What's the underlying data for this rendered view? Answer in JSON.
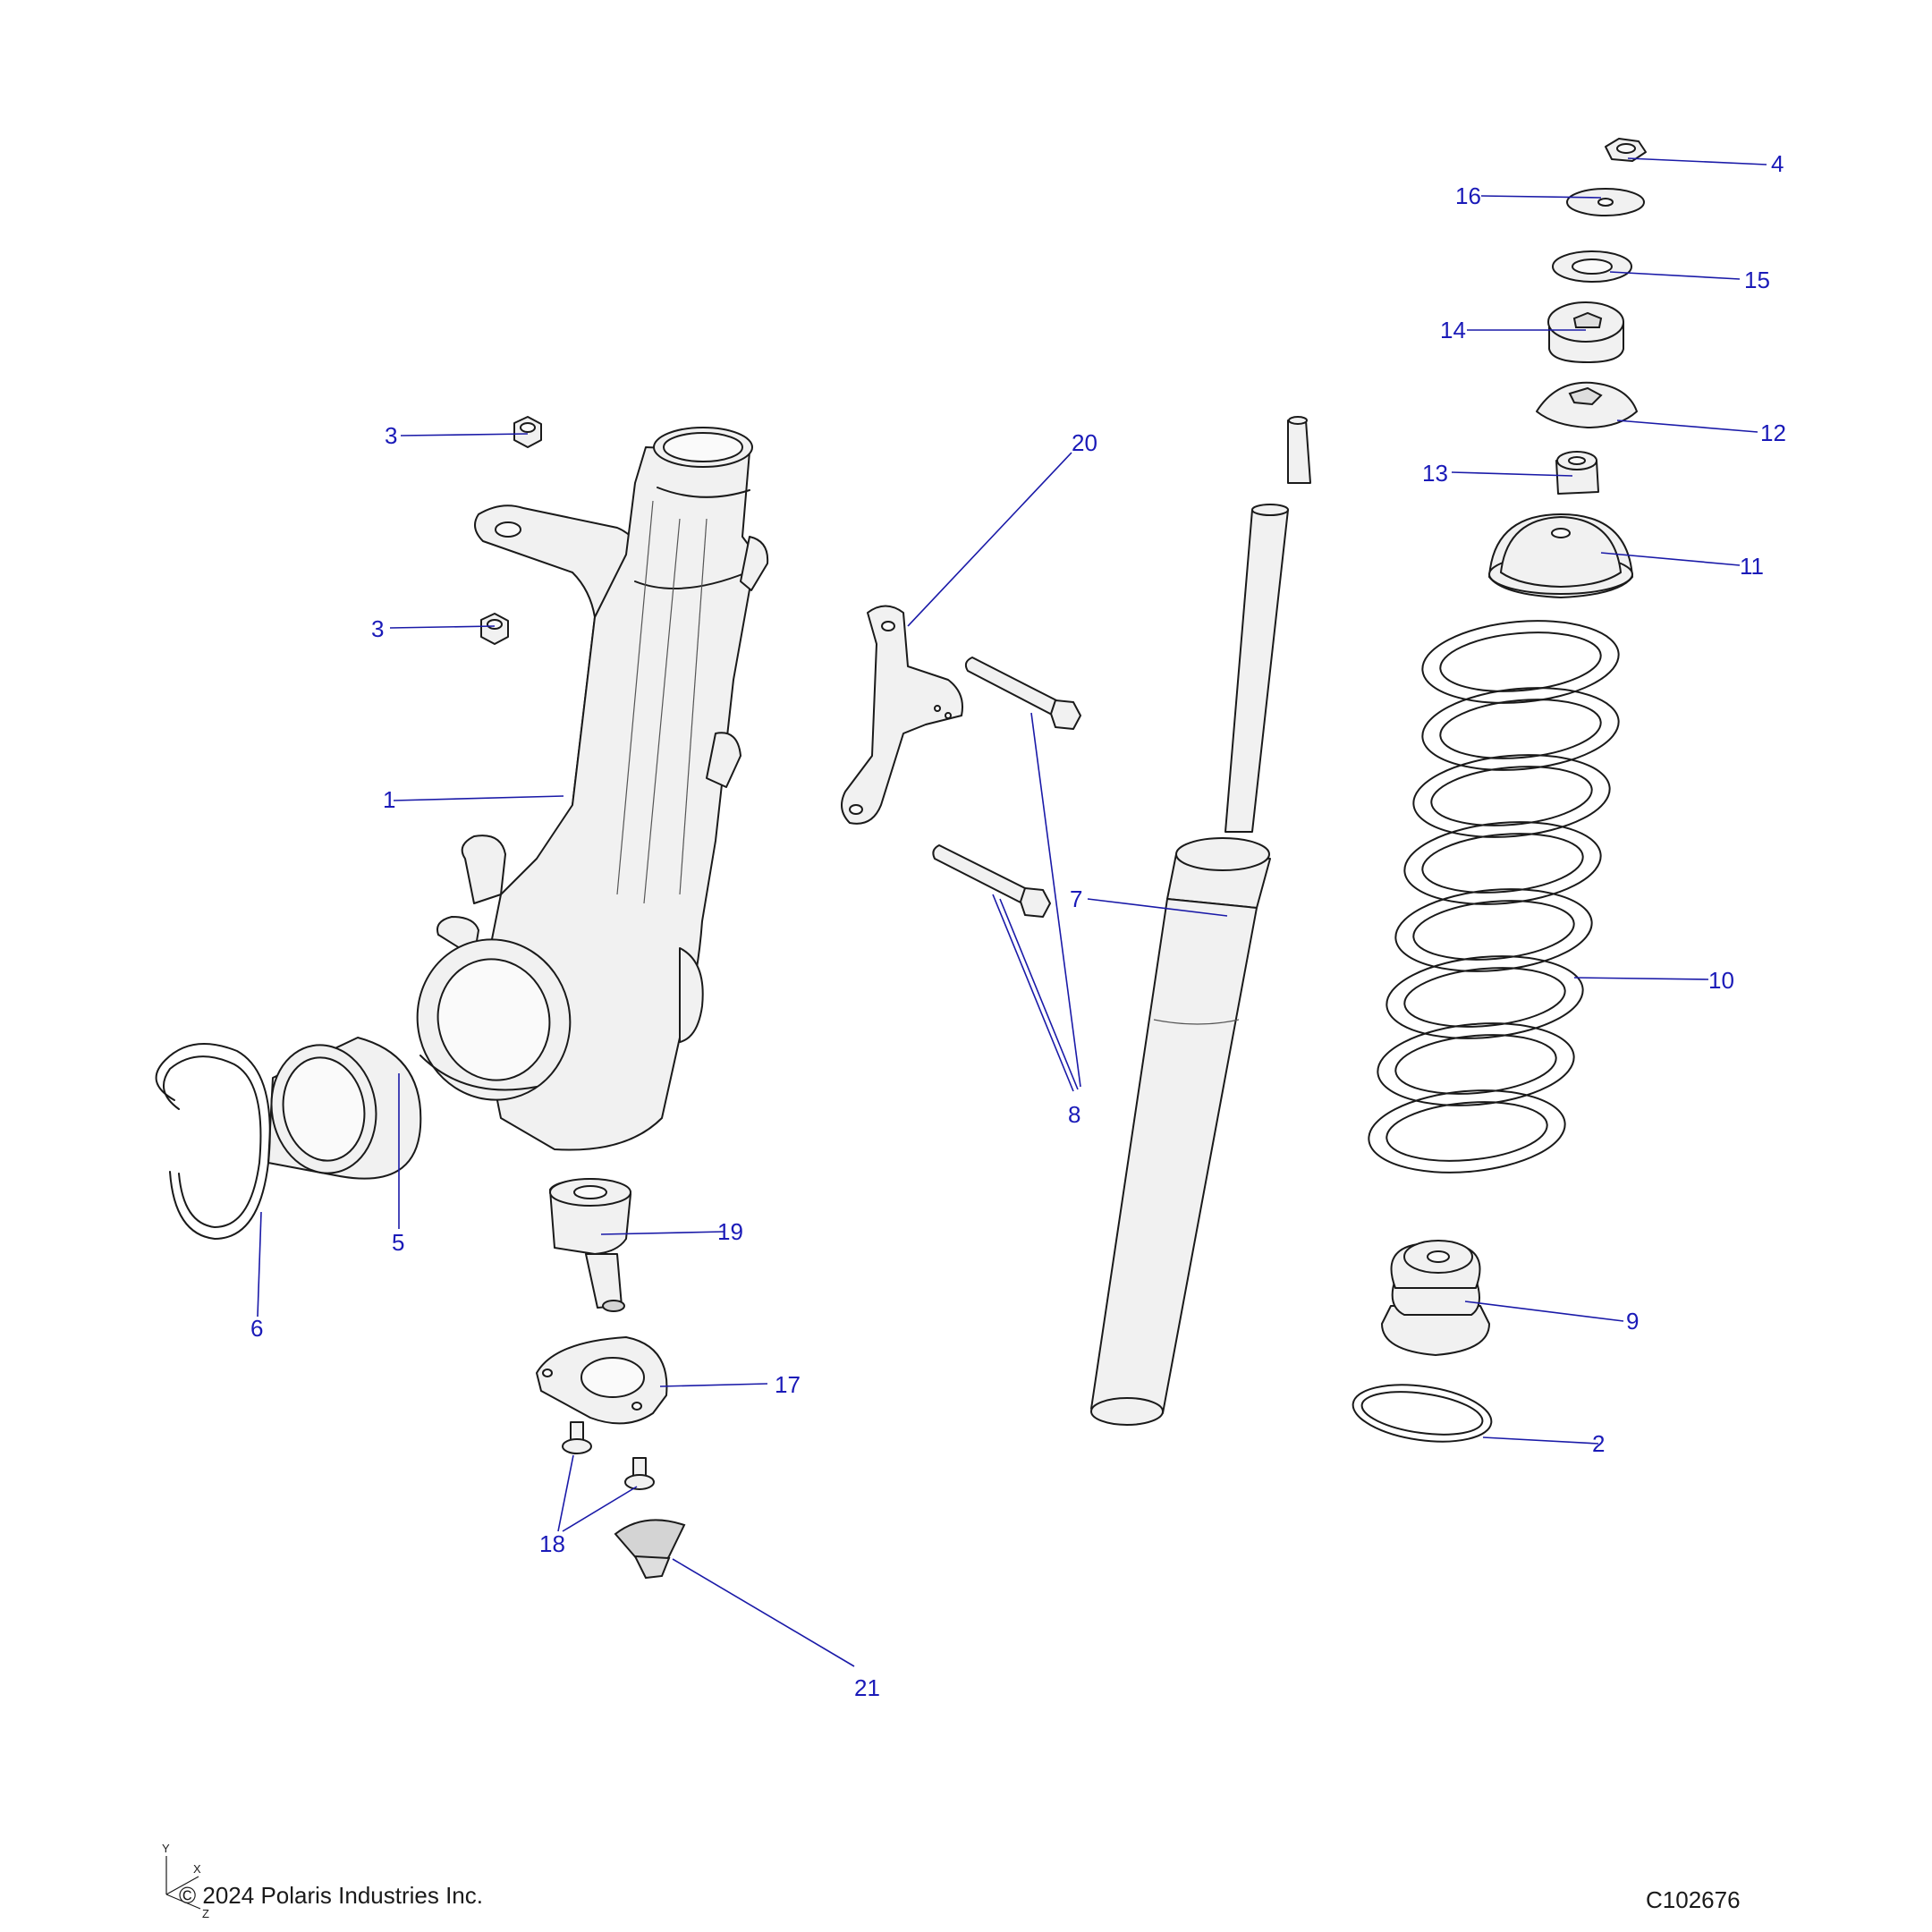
{
  "callouts": {
    "c1": "1",
    "c2": "2",
    "c3a": "3",
    "c3b": "3",
    "c4": "4",
    "c5": "5",
    "c6": "6",
    "c7": "7",
    "c8": "8",
    "c9": "9",
    "c10": "10",
    "c11": "11",
    "c12": "12",
    "c13": "13",
    "c14": "14",
    "c15": "15",
    "c16": "16",
    "c17": "17",
    "c18": "18",
    "c19": "19",
    "c20": "20",
    "c21": "21"
  },
  "footer": {
    "copyright": "© 2024 Polaris Industries Inc.",
    "diagram_id": "C102676"
  },
  "axes": {
    "y": "Y",
    "x": "X",
    "z": "Z"
  },
  "colors": {
    "callout": "#1a1ab8",
    "leader": "#1a1aa8",
    "part_fill": "#f1f1f1",
    "outline": "#1a1a1a"
  }
}
